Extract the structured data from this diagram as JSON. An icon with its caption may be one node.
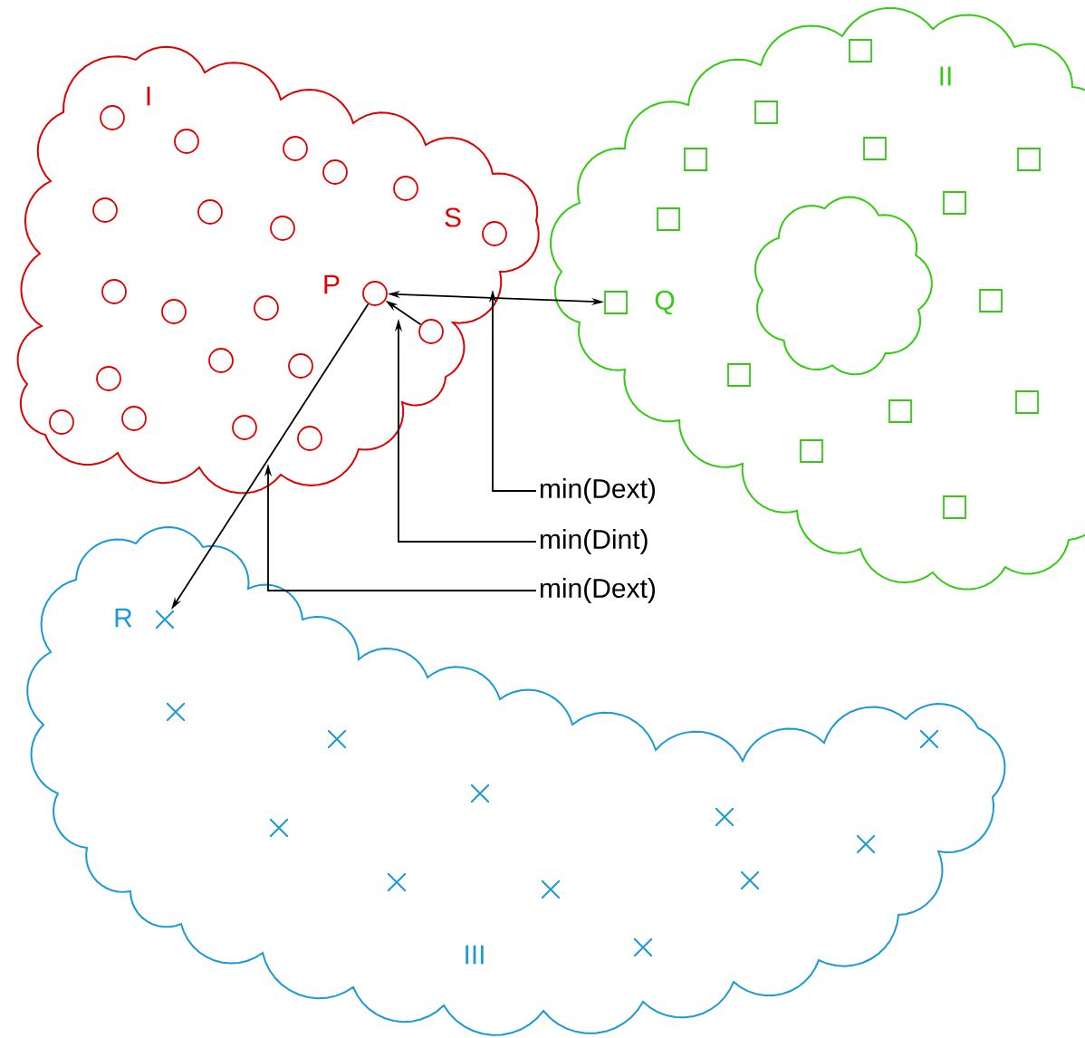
{
  "diagram": {
    "nodes": [
      {
        "text": [
          "I"
        ]
      },
      {
        "text": [
          "II"
        ]
      },
      {
        "text": [],
        "shape": "cloud",
        "in": 1
      },
      {
        "text": [
          "III"
        ]
      },
      {
        "text": [],
        "shape": "circle",
        "in": 0
      },
      {
        "text": [],
        "shape": "circle",
        "in": 0
      },
      {
        "text": [],
        "shape": "circle",
        "in": 0
      },
      {
        "text": [],
        "shape": "circle",
        "in": 0
      },
      {
        "text": [],
        "shape": "circle",
        "in": 0
      },
      {
        "text": [],
        "shape": "circle",
        "in": 0
      },
      {
        "text": [],
        "shape": "circle",
        "in": 0
      },
      {
        "text": [],
        "shape": "circle",
        "in": 0
      },
      {
        "text": [],
        "shape": "circle",
        "in": 0,
        "beside": [
          "S"
        ]
      },
      {
        "text": [],
        "shape": "circle",
        "in": 0
      },
      {
        "text": [],
        "shape": "circle",
        "in": 0,
        "beside": [
          "P"
        ]
      },
      {
        "text": [],
        "shape": "circle",
        "in": 0
      },
      {
        "text": [],
        "shape": "circle",
        "in": 0
      },
      {
        "text": [],
        "shape": "circle",
        "in": 0
      },
      {
        "text": [],
        "shape": "circle",
        "in": 0
      },
      {
        "text": [],
        "shape": "circle",
        "in": 0
      },
      {
        "text": [],
        "shape": "circle",
        "in": 0
      },
      {
        "text": [],
        "shape": "circle",
        "in": 0
      },
      {
        "text": [],
        "shape": "circle",
        "in": 0
      },
      {
        "text": [],
        "shape": "circle",
        "in": 0
      },
      {
        "text": [],
        "shape": "circle",
        "in": 0
      },
      {
        "text": [],
        "shape": "box",
        "in": 1
      },
      {
        "text": [],
        "shape": "box",
        "in": 1
      },
      {
        "text": [],
        "shape": "box",
        "in": 1
      },
      {
        "text": [],
        "shape": "box",
        "in": 1
      },
      {
        "text": [],
        "shape": "box",
        "in": 1
      },
      {
        "text": [],
        "shape": "box",
        "in": 1
      },
      {
        "text": [],
        "shape": "box",
        "in": 1
      },
      {
        "text": [],
        "shape": "box",
        "in": 1,
        "beside": [
          "Q"
        ]
      },
      {
        "text": [],
        "shape": "box",
        "in": 1
      },
      {
        "text": [],
        "shape": "box",
        "in": 1
      },
      {
        "text": [],
        "shape": "box",
        "in": 1
      },
      {
        "text": [],
        "shape": "box",
        "in": 1
      },
      {
        "text": [],
        "shape": "box",
        "in": 1
      },
      {
        "text": [],
        "shape": "box",
        "in": 1
      },
      {
        "text": [],
        "shape": "cross",
        "in": 3,
        "beside": [
          "R"
        ]
      },
      {
        "text": [],
        "shape": "cross",
        "in": 3
      },
      {
        "text": [],
        "shape": "cross",
        "in": 3
      },
      {
        "text": [],
        "shape": "cross",
        "in": 3
      },
      {
        "text": [],
        "shape": "cross",
        "in": 3
      },
      {
        "text": [],
        "shape": "cross",
        "in": 3
      },
      {
        "text": [],
        "shape": "cross",
        "in": 3
      },
      {
        "text": [],
        "shape": "cross",
        "in": 3
      },
      {
        "text": [],
        "shape": "cross",
        "in": 3
      },
      {
        "text": [],
        "shape": "cross",
        "in": 3
      },
      {
        "text": [],
        "shape": "cross",
        "in": 3
      },
      {
        "text": [],
        "shape": "cross",
        "in": 3
      },
      {
        "text": [
          "min(Dext)"
        ]
      },
      {
        "text": [
          "min(Dint)"
        ]
      },
      {
        "text": [
          "min(Dext)"
        ]
      }
    ],
    "edges": [
      {
        "from": 14,
        "to": 32,
        "arrow": "both"
      },
      {
        "from": 14,
        "to": 39,
        "arrow": "to"
      },
      {
        "from": 17,
        "to": 14,
        "arrow": "to"
      },
      {
        "from": 51,
        "to": 0,
        "arrow": "to"
      },
      {
        "from": 52,
        "to": 17,
        "arrow": "to"
      },
      {
        "from": 53,
        "to": 0,
        "arrow": "to"
      }
    ]
  }
}
